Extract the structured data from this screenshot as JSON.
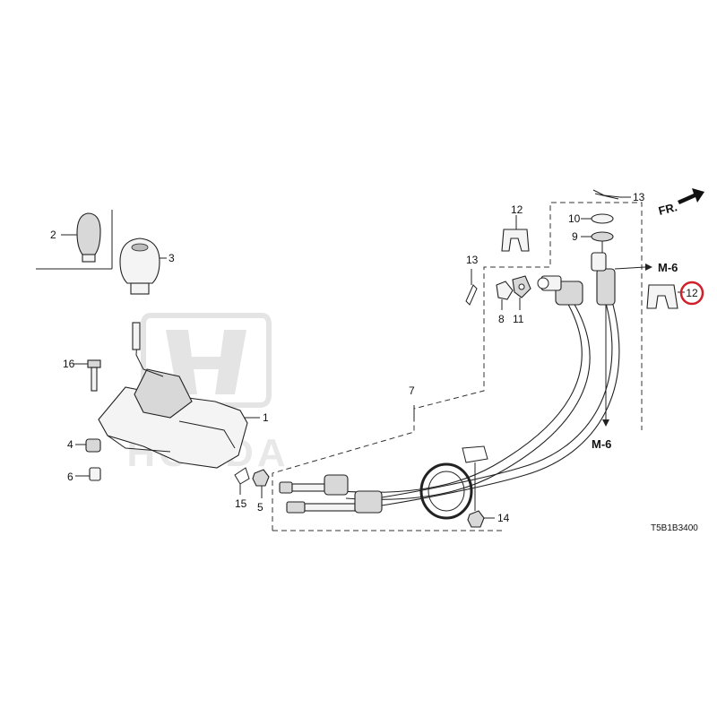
{
  "diagram": {
    "code": "T5B1B3400",
    "direction": "FR.",
    "refs": {
      "m6_top": "M-6",
      "m6_bottom": "M-6"
    },
    "watermark_text": "HONDA",
    "highlighted_part": "12",
    "callouts": {
      "p1": "1",
      "p2": "2",
      "p3": "3",
      "p4": "4",
      "p5": "5",
      "p6": "6",
      "p7": "7",
      "p8": "8",
      "p9": "9",
      "p10": "10",
      "p11": "11",
      "p12a": "12",
      "p12b": "12",
      "p13a": "13",
      "p13b": "13",
      "p14": "14",
      "p15": "15",
      "p16": "16"
    }
  }
}
